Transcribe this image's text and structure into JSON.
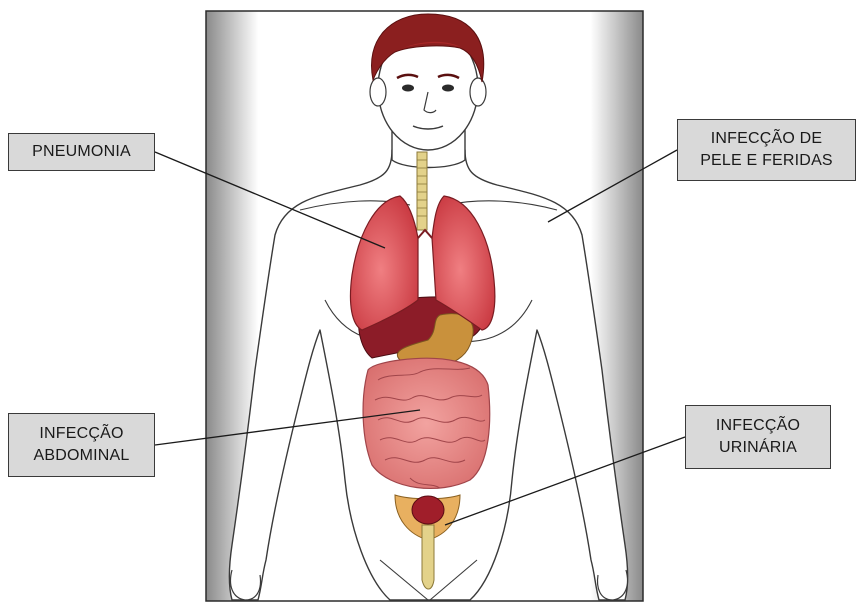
{
  "labels": {
    "pneumonia": {
      "lines": [
        "PNEUMONIA"
      ]
    },
    "skin_wound_infection": {
      "lines": [
        "INFECÇÃO DE",
        "PELE E FERIDAS"
      ]
    },
    "abdominal_infection": {
      "lines": [
        "INFECÇÃO",
        "ABDOMINAL"
      ]
    },
    "urinary_infection": {
      "lines": [
        "INFECÇÃO",
        "URINÁRIA"
      ]
    }
  },
  "colors": {
    "label_fill": "#d9d9d9",
    "label_border": "#3a3a3a",
    "leader_line": "#1a1a1a",
    "hair": "#8b1f1f",
    "skin": "#ffffff",
    "lungs": "#d9555a",
    "liver": "#8c1c28",
    "stomach": "#c9913c",
    "intestine": "#e88a8a",
    "bladder": "#a01e2a",
    "trachea": "#e3d28a"
  }
}
